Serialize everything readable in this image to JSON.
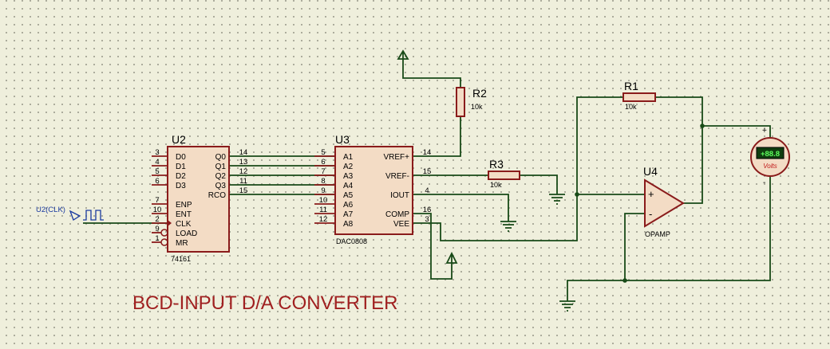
{
  "title": "BCD-INPUT D/A CONVERTER",
  "clock": {
    "label": "U2(CLK)"
  },
  "u2": {
    "ref": "U2",
    "part": "74161",
    "left_pins": [
      "D0",
      "D1",
      "D2",
      "D3",
      "ENP",
      "ENT",
      "CLK",
      "LOAD",
      "MR"
    ],
    "left_nums": [
      "3",
      "4",
      "5",
      "6",
      "7",
      "10",
      "2",
      "9",
      "1"
    ],
    "right_pins": [
      "Q0",
      "Q1",
      "Q2",
      "Q3",
      "RCO"
    ],
    "right_nums": [
      "14",
      "13",
      "12",
      "11",
      "15"
    ]
  },
  "u3": {
    "ref": "U3",
    "part": "DAC0808",
    "left_pins": [
      "A1",
      "A2",
      "A3",
      "A4",
      "A5",
      "A6",
      "A7",
      "A8"
    ],
    "left_nums": [
      "5",
      "6",
      "7",
      "8",
      "9",
      "10",
      "11",
      "12"
    ],
    "right_pins": [
      "VREF+",
      "VREF-",
      "IOUT",
      "COMP",
      "VEE"
    ],
    "right_nums": [
      "14",
      "15",
      "4",
      "16",
      "3"
    ]
  },
  "r1": {
    "ref": "R1",
    "value": "10k"
  },
  "r2": {
    "ref": "R2",
    "value": "10k"
  },
  "r3": {
    "ref": "R3",
    "value": "10k"
  },
  "u4": {
    "ref": "U4",
    "part": "OPAMP",
    "plus": "+",
    "minus": "-"
  },
  "voltmeter": {
    "display": "+88.8",
    "unit": "Volts",
    "plus": "+",
    "minus": "-"
  },
  "colors": {
    "wire": "#184a17",
    "component": "#8a1b1b",
    "fill": "#f3dcc5",
    "title": "#a02020",
    "background": "#efefdc"
  }
}
